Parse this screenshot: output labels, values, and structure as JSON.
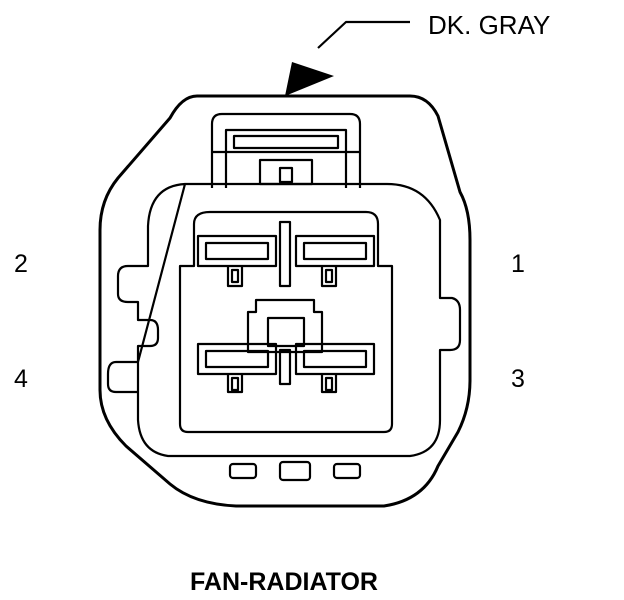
{
  "connector": {
    "color_label": "DK. GRAY",
    "title": "FAN-RADIATOR",
    "pins": {
      "p1": "1",
      "p2": "2",
      "p3": "3",
      "p4": "4"
    }
  }
}
